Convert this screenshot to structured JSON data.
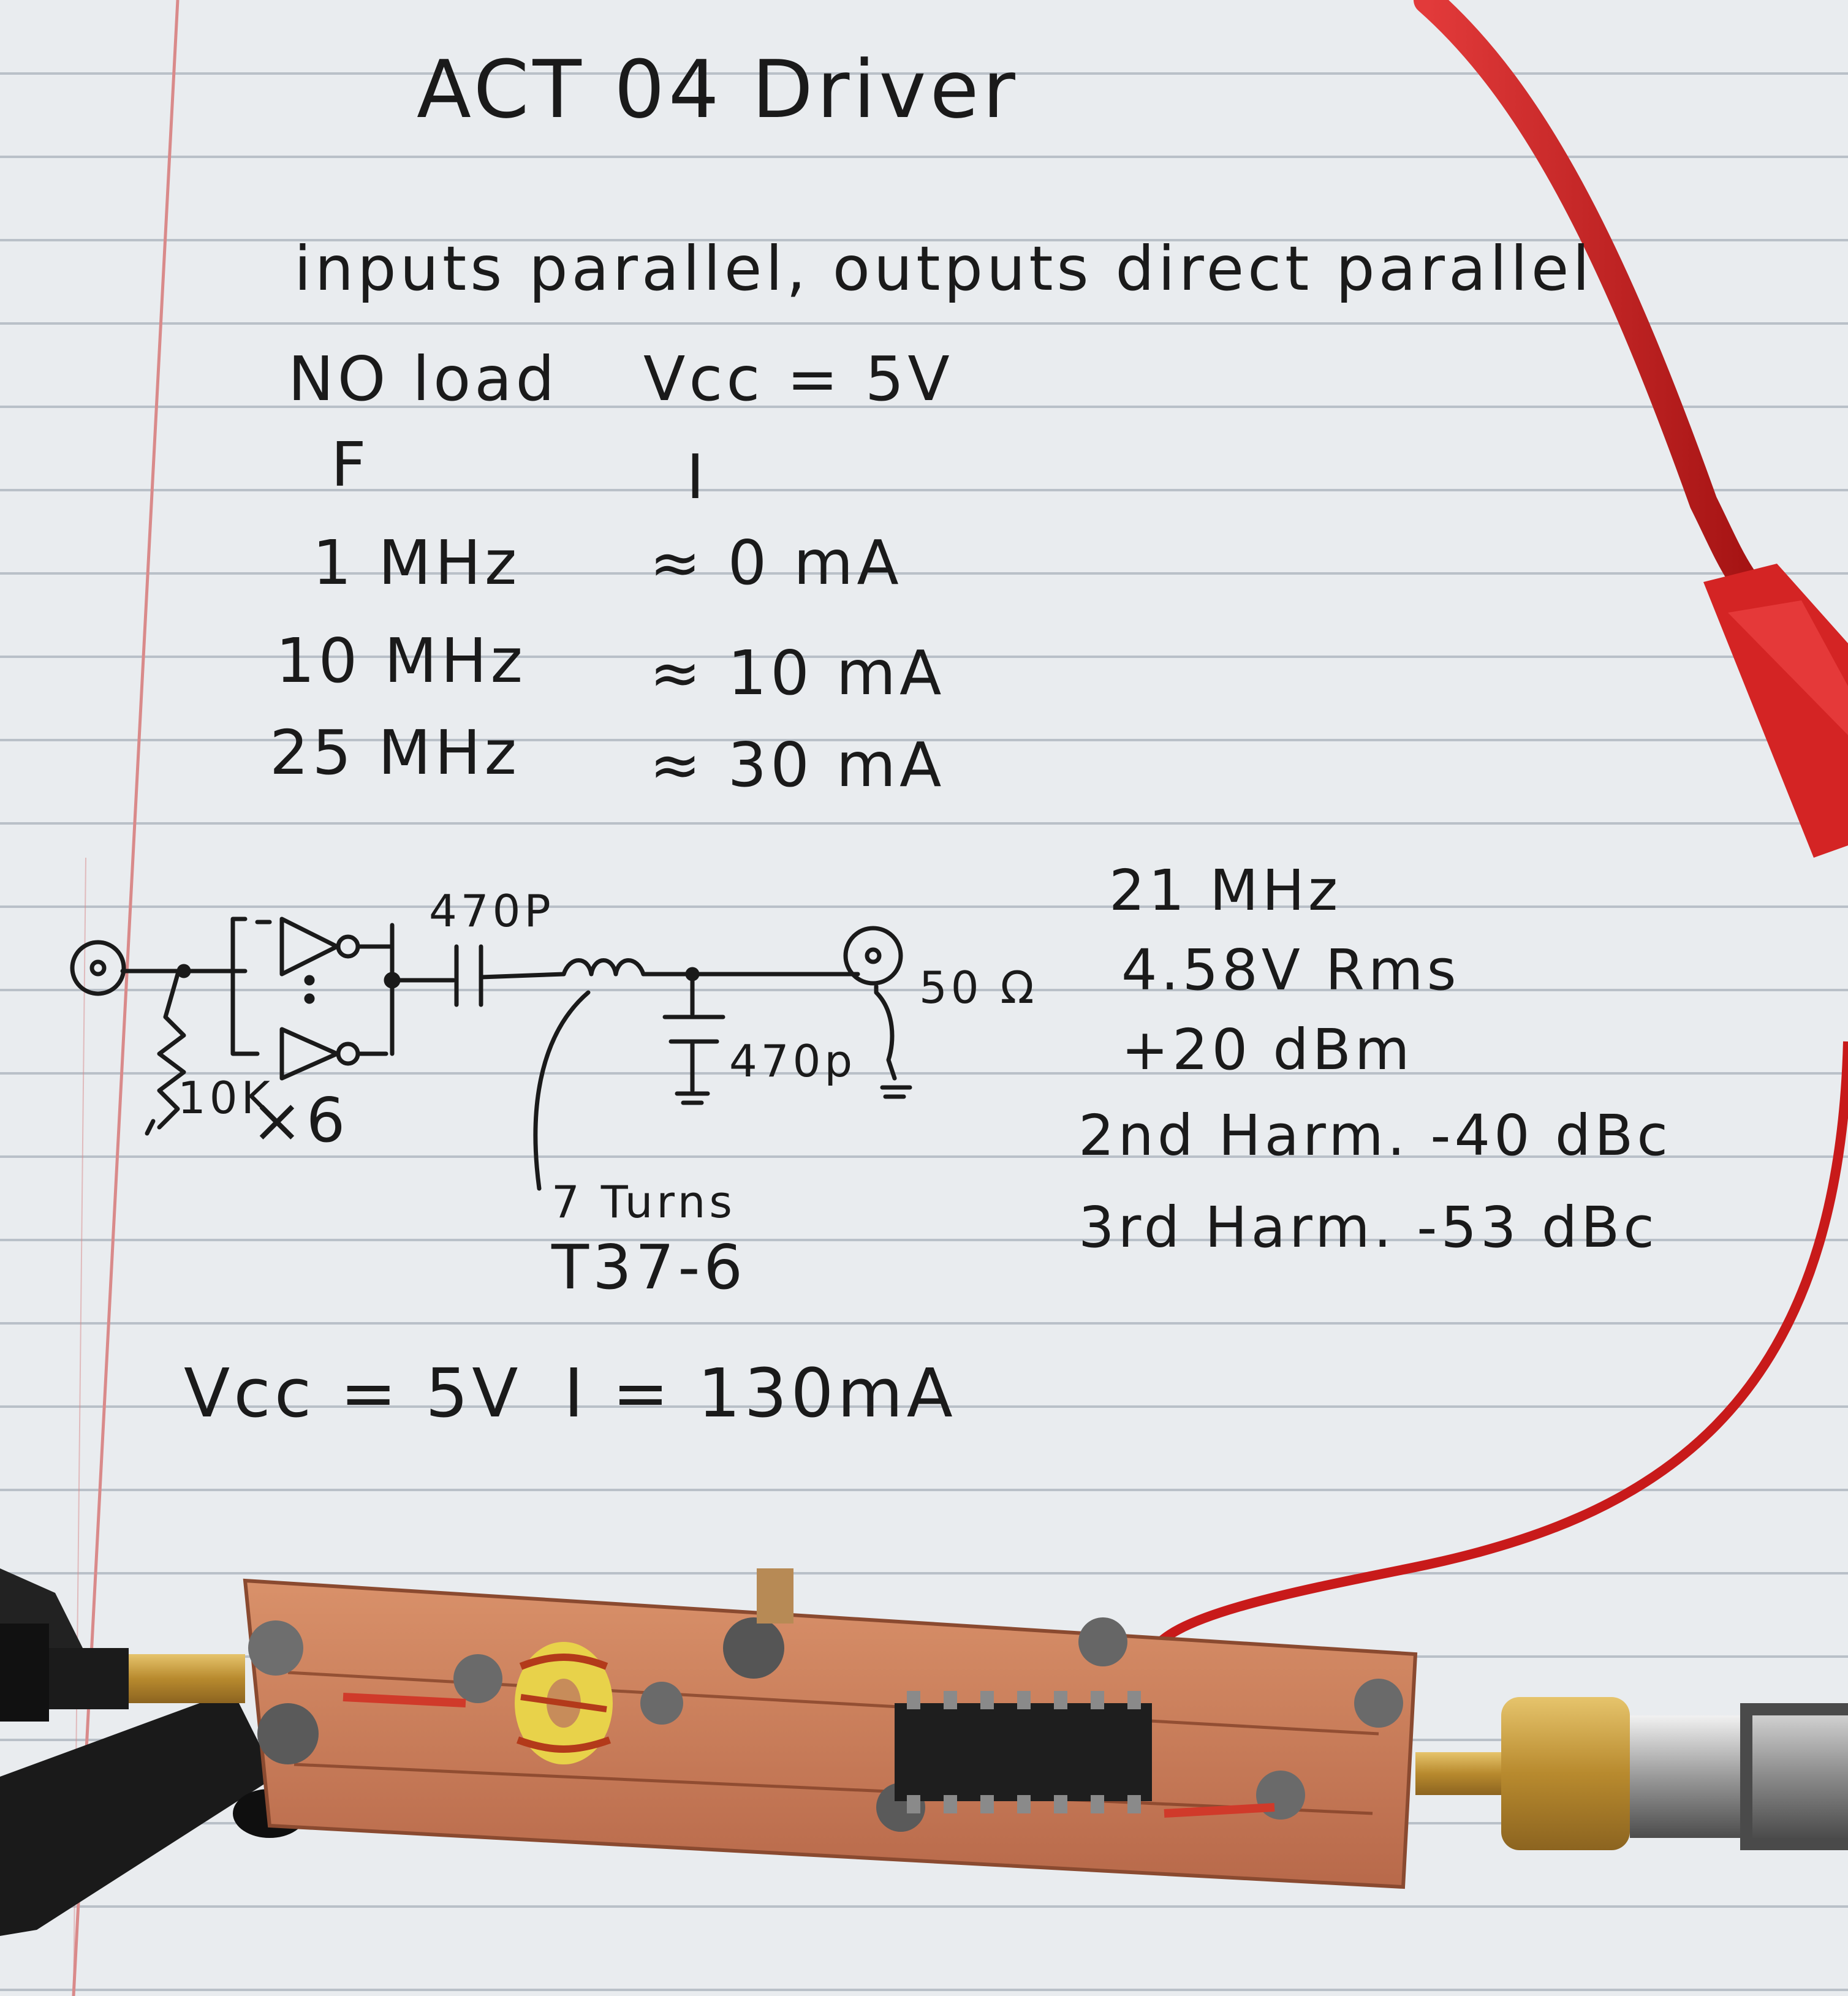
{
  "notebook": {
    "title": "ACT 04   Driver",
    "subtitle": "inputs parallel, outputs direct parallel",
    "no_load_header": "NO load",
    "vcc_header": "Vcc = 5V",
    "table": {
      "col_f": "F",
      "col_i": "I",
      "rows": [
        {
          "f": "1 MHz",
          "i": "≈ 0 mA"
        },
        {
          "f": "10 MHz",
          "i": "≈ 10 mA"
        },
        {
          "f": "25 MHz",
          "i": "≈ 30 mA"
        }
      ]
    },
    "schematic": {
      "cap1": "470P",
      "cap2": "470p",
      "resistor": "10K",
      "multiplier": "×6",
      "load": "50 Ω",
      "inductor_turns": "7 Turns",
      "inductor_core": "T37-6"
    },
    "results": {
      "freq": "21 MHz",
      "vrms": "4.58V Rms",
      "dbm": "+20 dBm",
      "h2": "2nd Harm. -40 dBc",
      "h3": "3rd Harm. -53 dBc"
    },
    "footer": {
      "vcc": "Vcc = 5V",
      "current": "I = 130mA"
    }
  },
  "colors": {
    "paper": "#e9ecef",
    "rule_line": "#b9c0c8",
    "margin_line": "#d98a8a",
    "ink": "#1a1a1a",
    "copper": "#c77a52",
    "red_lead": "#d01e1e",
    "brass": "#c9a040"
  }
}
